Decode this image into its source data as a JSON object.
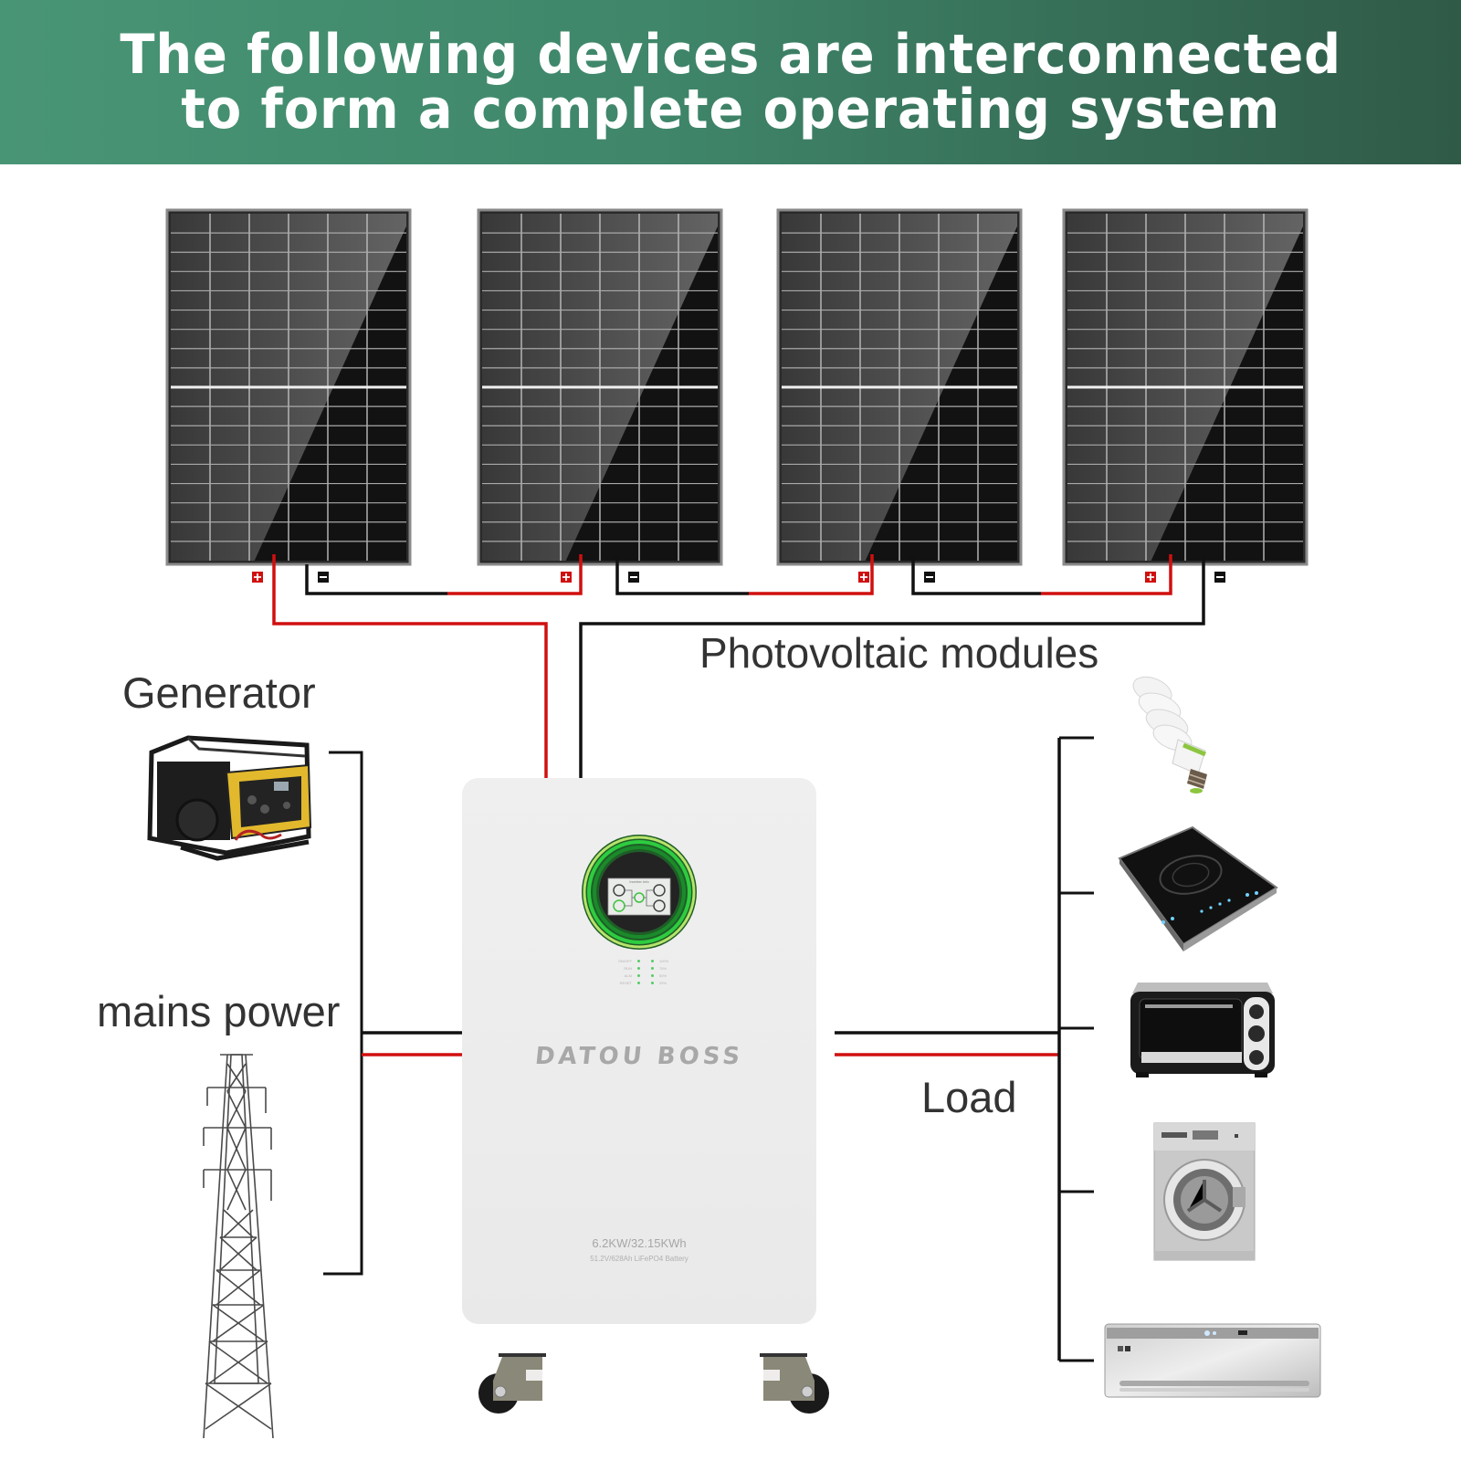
{
  "header": {
    "line1": "The following devices are interconnected",
    "line2": "to form a complete operating system"
  },
  "labels": {
    "photovoltaic": "Photovoltaic modules",
    "generator": "Generator",
    "mains": "mains power",
    "load": "Load"
  },
  "solar_panels": [
    {
      "id": "panel-1",
      "positive": "+",
      "negative": "−"
    },
    {
      "id": "panel-2",
      "positive": "+",
      "negative": "−"
    },
    {
      "id": "panel-3",
      "positive": "+",
      "negative": "−"
    },
    {
      "id": "panel-4",
      "positive": "+",
      "negative": "−"
    }
  ],
  "inverter": {
    "brand": "DATOU BOSS",
    "spec_main": "6.2KW/32.15KWh",
    "spec_sub": "51.2V/628Ah LiFePO4 Battery",
    "screen_title": "Inverter Info",
    "indicators": [
      {
        "label": "ON/OFF",
        "level": "100%"
      },
      {
        "label": "RUN",
        "level": "75%"
      },
      {
        "label": "ALM",
        "level": "50%"
      },
      {
        "label": "RESET",
        "level": "25%"
      }
    ]
  },
  "loads": [
    {
      "name": "light-bulb"
    },
    {
      "name": "induction-cooktop"
    },
    {
      "name": "toaster-oven"
    },
    {
      "name": "washing-machine"
    },
    {
      "name": "air-conditioner"
    }
  ],
  "colors": {
    "header_start": "#489575",
    "header_end": "#2f5a48",
    "wire_positive": "#d00f0f",
    "wire_negative": "#111111",
    "text": "#333333",
    "display_ring": "#2ecc40"
  }
}
